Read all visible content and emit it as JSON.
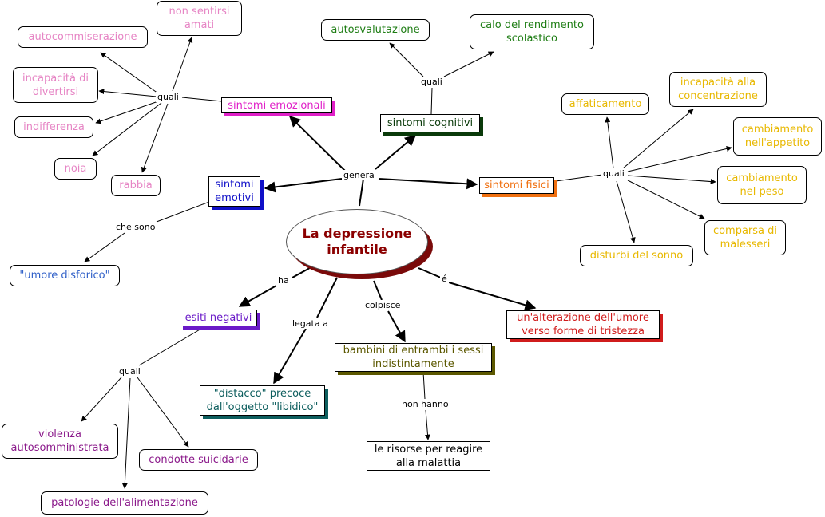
{
  "central": "La depressione infantile",
  "link_labels": {
    "genera": "genera",
    "ha": "ha",
    "legata_a": "legata a",
    "colpisce": "colpisce",
    "e": "é",
    "che_sono": "che sono",
    "quali_emo": "quali",
    "quali_cog": "quali",
    "quali_fis": "quali",
    "quali_esiti": "quali",
    "non_hanno": "non hanno"
  },
  "nodes": {
    "sintomi_emozionali": "sintomi emozionali",
    "sintomi_cognitivi": "sintomi cognitivi",
    "sintomi_emotivi": "sintomi emotivi",
    "sintomi_fisici": "sintomi fisici",
    "esiti_negativi": "esiti negativi",
    "distacco": "\"distacco\" precoce dall'oggetto \"libidico\"",
    "bambini": "bambini di entrambi i sessi indistintamente",
    "alterazione": "un'alterazione dell'umore verso forme di tristezza",
    "risorse": "le risorse per reagire alla malattia",
    "umore_disforico": "\"umore disforico\"",
    "autocommiserazione": "autocommiserazione",
    "non_sentirsi_amati": "non sentirsi amati",
    "incapacita_divertirsi": "incapacità di divertirsi",
    "indifferenza": "indifferenza",
    "noia": "noia",
    "rabbia": "rabbia",
    "autosvalutazione": "autosvalutazione",
    "calo_rendimento": "calo del rendimento scolastico",
    "affaticamento": "affaticamento",
    "incapacita_concentrazione": "incapacità alla concentrazione",
    "cambiamento_appetito": "cambiamento nell'appetito",
    "cambiamento_peso": "cambiamento nel peso",
    "comparsa_malesseri": "comparsa di malesseri",
    "disturbi_sonno": "disturbi del sonno",
    "violenza": "violenza autosomministrata",
    "condotte_suicidarie": "condotte suicidarie",
    "patologie_alimentazione": "patologie dell'alimentazione"
  },
  "colors": {
    "emozionali": "#e020c8",
    "cognitivi": "#0a3a0a",
    "emotivi": "#1010c8",
    "fisici": "#f07010",
    "esiti": "#6a1ac8",
    "distacco": "#0d5e5e",
    "bambini": "#5c5800",
    "alterazione": "#d01c1c",
    "central_shadow": "#7a0a0a"
  }
}
